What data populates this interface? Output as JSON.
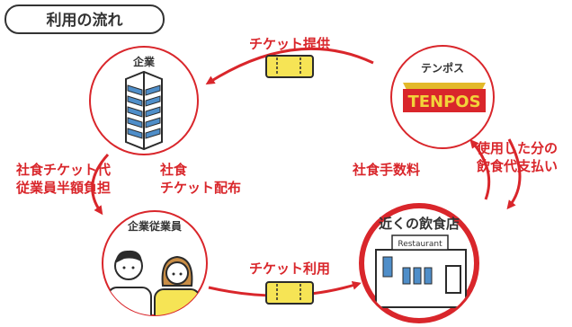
{
  "header": {
    "title": "利用の流れ"
  },
  "nodes": {
    "company": {
      "label": "企業"
    },
    "tenpos": {
      "label": "テンポス",
      "logo_text": "TENPOS"
    },
    "employee": {
      "label": "企業従業員"
    },
    "restaurant": {
      "label": "近くの飲食店",
      "sign": "Restaurant"
    }
  },
  "flows": {
    "ticket_provide": "チケット提供",
    "employee_share_line1": "社食チケット代",
    "employee_share_line2": "従業員半額負担",
    "distribute_line1": "社食",
    "distribute_line2": "チケット配布",
    "commission": "社食手数料",
    "payment_line1": "使用した分の",
    "payment_line2": "飲食代支払い",
    "ticket_use": "チケット利用"
  },
  "colors": {
    "accent": "#d9262b",
    "building": "#4f8ec9",
    "ticket": "#f6e455",
    "logo_bg": "#d9262b",
    "logo_text": "#f2d33a"
  },
  "icons": {
    "company": "office-building-icon",
    "employee": "two-people-icon",
    "restaurant": "storefront-icon",
    "ticket": "ticket-icon"
  }
}
